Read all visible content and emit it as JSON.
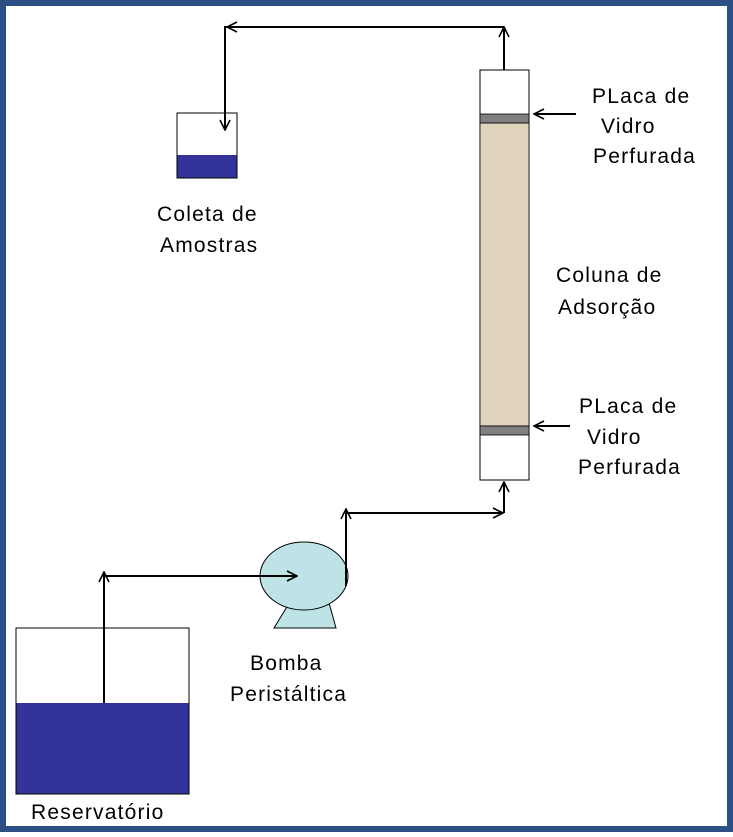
{
  "colors": {
    "frame": "#2c4f86",
    "liquid": "#333399",
    "pump": "#bde3e7",
    "adsorbent": "#e0d5bc",
    "glass_plate": "#808080",
    "line": "#000000"
  },
  "labels": {
    "coleta_line1": "Coleta de",
    "coleta_line2": "Amostras",
    "coluna_line1": "Coluna de",
    "coluna_line2": "Adsorção",
    "placa_top_line1": "PLaca de",
    "placa_top_line2": "Vidro",
    "placa_top_line3": "Perfurada",
    "placa_bottom_line1": "PLaca de",
    "placa_bottom_line2": "Vidro",
    "placa_bottom_line3": "Perfurada",
    "bomba_line1": "Bomba",
    "bomba_line2": "Peristáltica",
    "reservatorio": "Reservatório"
  },
  "components": {
    "reservoir": "reservoir",
    "pump": "peristaltic-pump",
    "column": "adsorption-column",
    "collector": "sample-collector"
  }
}
